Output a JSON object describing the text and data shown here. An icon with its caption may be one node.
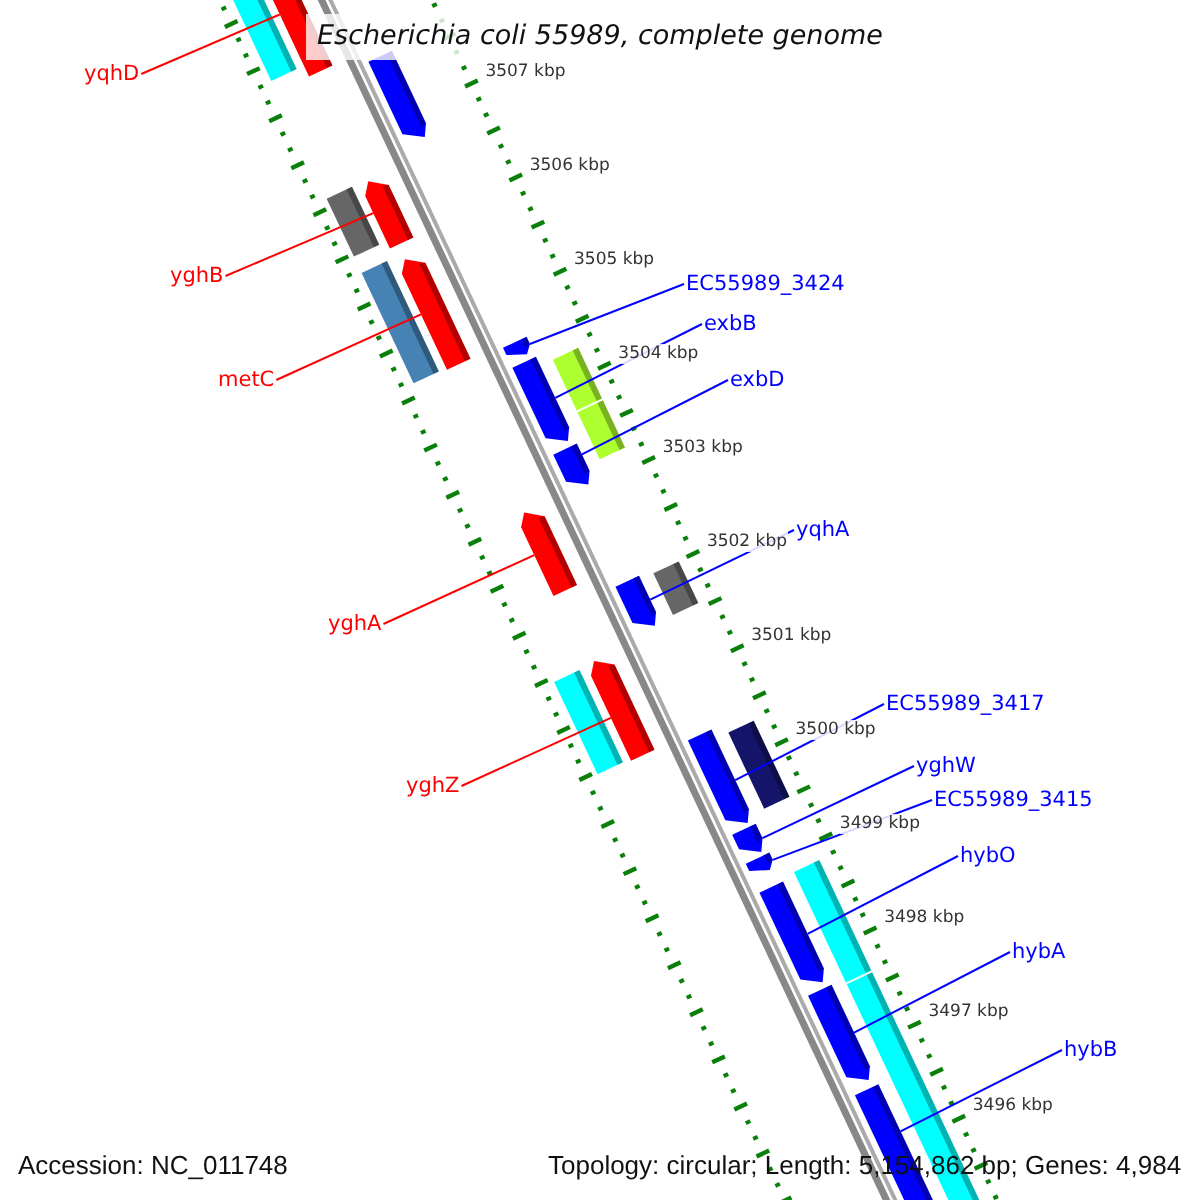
{
  "diagram": {
    "title": "Escherichia coli 55989, complete genome",
    "nodes": [
      {
        "text": [
          "yqhD"
        ]
      },
      {
        "text": [
          "yghB"
        ]
      },
      {
        "text": [
          "metC"
        ]
      },
      {
        "text": [
          "yghA"
        ]
      },
      {
        "text": [
          "yghZ"
        ]
      },
      {
        "text": [
          "EC55989_3424"
        ]
      },
      {
        "text": [
          "exbB"
        ]
      },
      {
        "text": [
          "exbD"
        ]
      },
      {
        "text": [
          "yqhA"
        ]
      },
      {
        "text": [
          "EC55989_3417"
        ]
      },
      {
        "text": [
          "yghW"
        ]
      },
      {
        "text": [
          "EC55989_3415"
        ]
      },
      {
        "text": [
          "hybO"
        ]
      },
      {
        "text": [
          "hybA"
        ]
      },
      {
        "text": [
          "hybB"
        ]
      },
      {
        "text": [],
        "shape": "bar"
      },
      {
        "text": [],
        "shape": "bar"
      },
      {
        "text": [],
        "shape": "bar"
      },
      {
        "text": [],
        "shape": "bar"
      },
      {
        "text": [],
        "shape": "bar"
      },
      {
        "text": [],
        "shape": "bar"
      },
      {
        "text": [],
        "shape": "bar"
      },
      {
        "text": [],
        "shape": "bar"
      },
      {
        "text": [],
        "shape": "bar"
      },
      {
        "text": [],
        "shape": "bar"
      },
      {
        "text": [],
        "shape": "bar"
      },
      {
        "text": [],
        "shape": "bar"
      },
      {
        "text": [],
        "shape": "bar"
      },
      {
        "text": [],
        "shape": "bar"
      },
      {
        "text": [],
        "shape": "bar"
      },
      {
        "text": [],
        "shape": "bar"
      }
    ],
    "edges": [
      {
        "from": 0,
        "to": 15,
        "arrow": "none",
        "color": "#ff0000"
      },
      {
        "from": 1,
        "to": 17,
        "arrow": "none",
        "color": "#ff0000"
      },
      {
        "from": 2,
        "to": 18,
        "arrow": "none",
        "color": "#ff0000"
      },
      {
        "from": 3,
        "to": 22,
        "arrow": "none",
        "color": "#ff0000"
      },
      {
        "from": 4,
        "to": 24,
        "arrow": "none",
        "color": "#ff0000"
      },
      {
        "from": 5,
        "to": 19,
        "arrow": "none"
      },
      {
        "from": 6,
        "to": 20,
        "arrow": "none"
      },
      {
        "from": 7,
        "to": 21,
        "arrow": "none"
      },
      {
        "from": 8,
        "to": 23,
        "arrow": "none"
      },
      {
        "from": 9,
        "to": 25,
        "arrow": "none"
      },
      {
        "from": 10,
        "to": 26,
        "arrow": "none"
      },
      {
        "from": 11,
        "to": 27,
        "arrow": "none"
      },
      {
        "from": 12,
        "to": 28,
        "arrow": "none"
      },
      {
        "from": 13,
        "to": 29,
        "arrow": "none"
      },
      {
        "from": 14,
        "to": 30,
        "arrow": "none"
      }
    ],
    "labels": [
      "3507 kbp",
      "3506 kbp",
      "3505 kbp",
      "3504 kbp",
      "3503 kbp",
      "3502 kbp",
      "3501 kbp",
      "3500 kbp",
      "3499 kbp",
      "3498 kbp",
      "3497 kbp",
      "3496 kbp",
      "Accession: NC_011748",
      "Topology: circular; Length: 5,154,862 bp; Genes: 4,984"
    ]
  }
}
